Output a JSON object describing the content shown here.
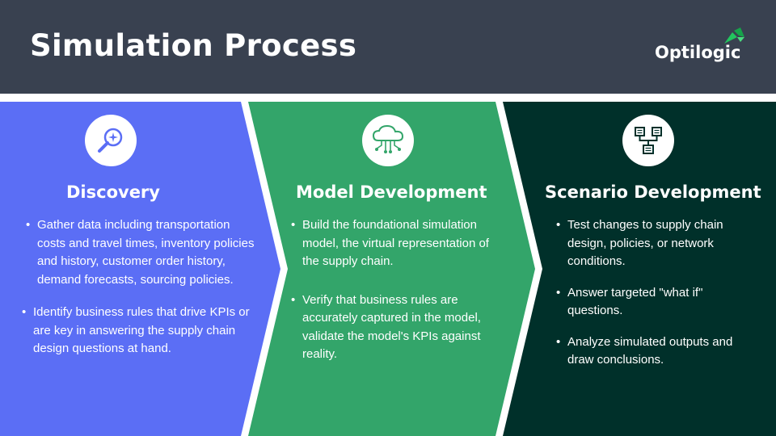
{
  "header": {
    "title": "Simulation Process",
    "logo_text": "Optilogic"
  },
  "colors": {
    "header_bg": "#394150",
    "discovery": "#5b6ef5",
    "model": "#33a56a",
    "scenario": "#00302a",
    "logo_green": "#22c55e"
  },
  "columns": [
    {
      "title": "Discovery",
      "icon": "magnifier-sparkle-icon",
      "bullets": [
        "Gather data including transportation costs and travel times, inventory policies and history, customer order history, demand forecasts, sourcing policies.",
        "Identify business rules that drive KPIs or are key in answering the supply chain design questions at hand."
      ]
    },
    {
      "title": "Model Development",
      "icon": "cloud-circuit-icon",
      "bullets": [
        "Build the foundational simulation model, the virtual representation of the supply chain.",
        "Verify that business rules are accurately captured in the model, validate the model's KPIs against reality."
      ]
    },
    {
      "title": "Scenario Development",
      "icon": "flowchart-icon",
      "bullets": [
        "Test changes to supply chain design, policies, or network conditions.",
        "Answer targeted \"what if\" questions.",
        "Analyze simulated outputs and draw conclusions."
      ]
    }
  ]
}
